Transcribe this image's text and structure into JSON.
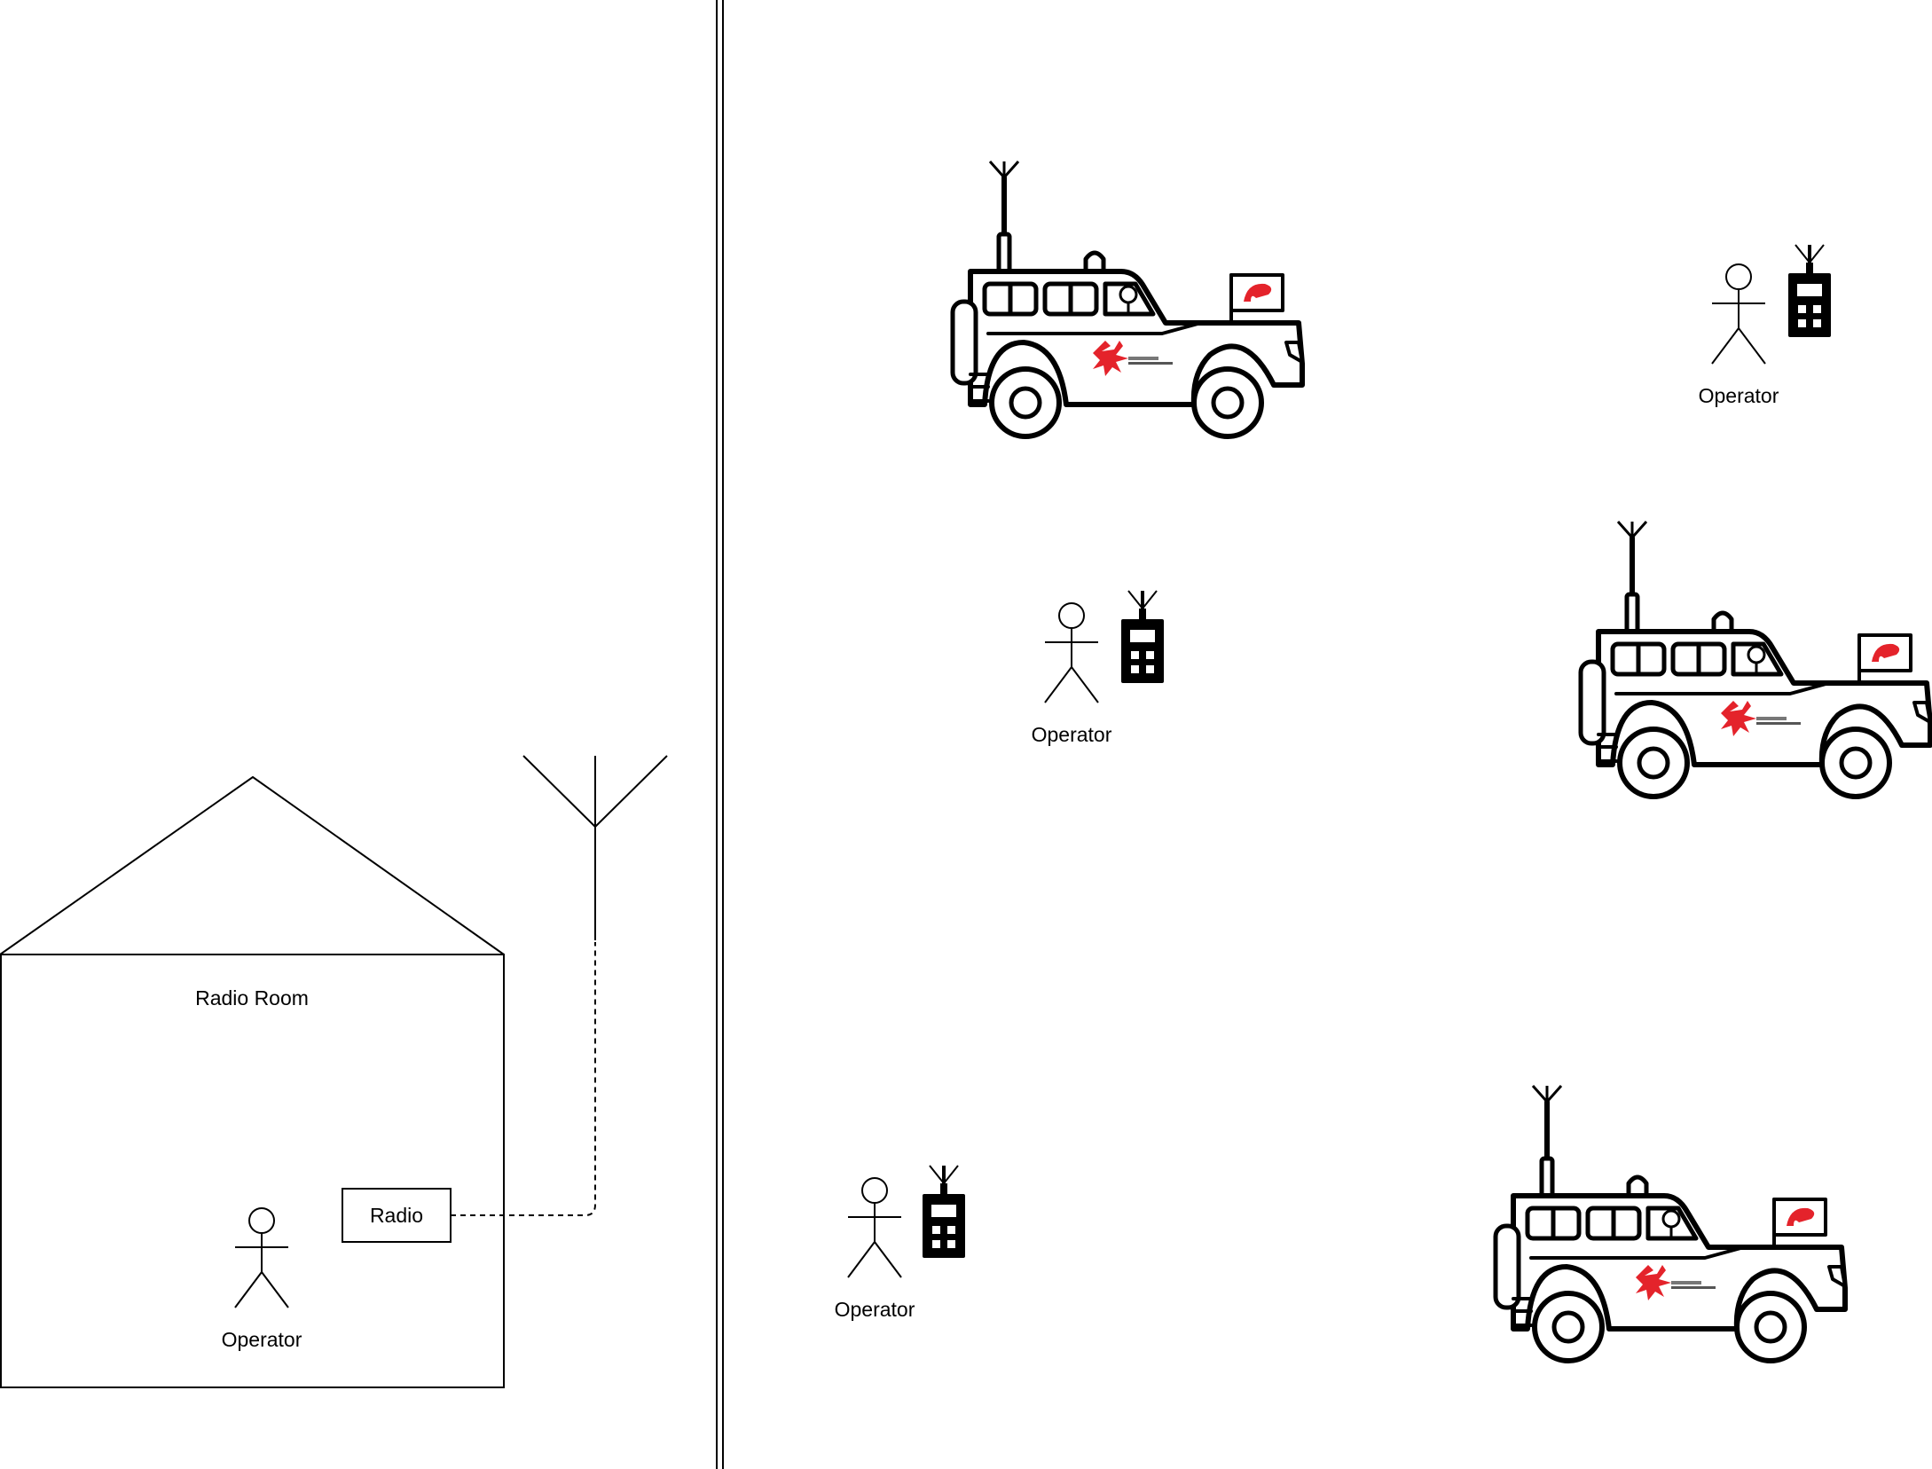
{
  "diagram": {
    "radio_room_label": "Radio Room",
    "radio_label": "Radio",
    "operator_label": "Operator",
    "accent_red": "#e4232b"
  }
}
